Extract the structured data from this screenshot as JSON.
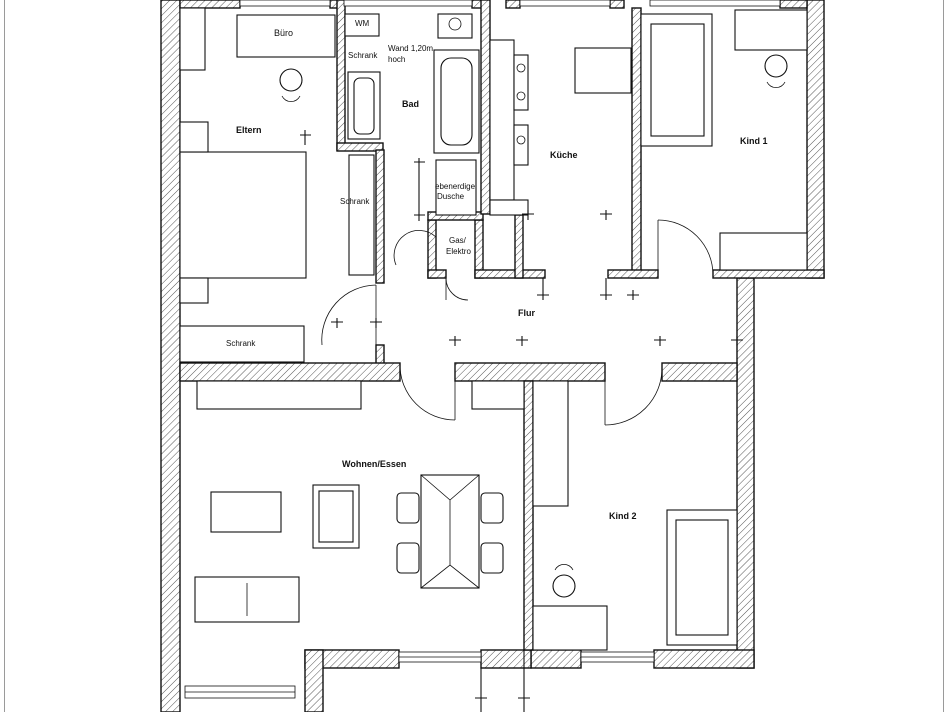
{
  "rooms": {
    "eltern": "Eltern",
    "bad": "Bad",
    "kueche": "Küche",
    "kind1": "Kind 1",
    "flur": "Flur",
    "wohnen": "Wohnen/Essen",
    "kind2": "Kind 2"
  },
  "furniture": {
    "buero": "Büro",
    "wm": "WM",
    "schrank": "Schrank",
    "wand_line1": "Wand 1,20m",
    "wand_line2": "hoch",
    "dusche_line1": "ebenerdige",
    "dusche_line2": "Dusche",
    "gas_line1": "Gas/",
    "gas_line2": "Elektro"
  },
  "colors": {
    "line": "#111111",
    "hatch": "#555555",
    "page_border": "#9a9a9a"
  }
}
